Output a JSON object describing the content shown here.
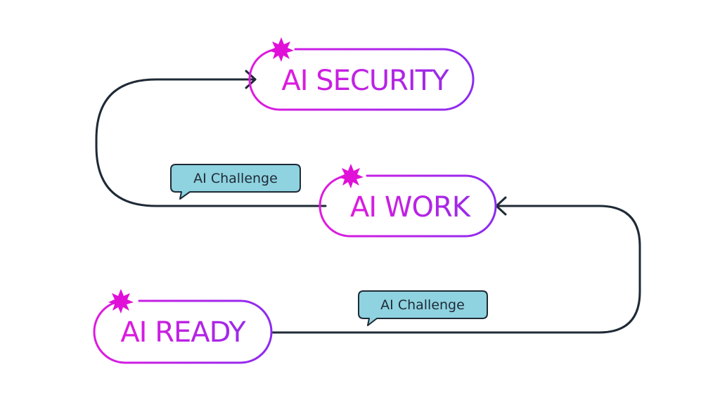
{
  "diagram": {
    "stages": [
      {
        "label": "AI SECURITY"
      },
      {
        "label": "AI WORK"
      },
      {
        "label": "AI READY"
      }
    ],
    "challenges": [
      {
        "label": "AI Challenge"
      },
      {
        "label": "AI Challenge"
      }
    ]
  },
  "colors": {
    "gradient_start": "#e01adf",
    "gradient_end": "#8b2cf0",
    "connector": "#1f2a36",
    "bubble_fill": "#8ed3df",
    "bubble_stroke": "#1f2a36",
    "burst": "#e010d8"
  },
  "icons": {
    "stage_marker": "sparkle-burst-icon",
    "connector_end": "arrow-head-icon"
  }
}
